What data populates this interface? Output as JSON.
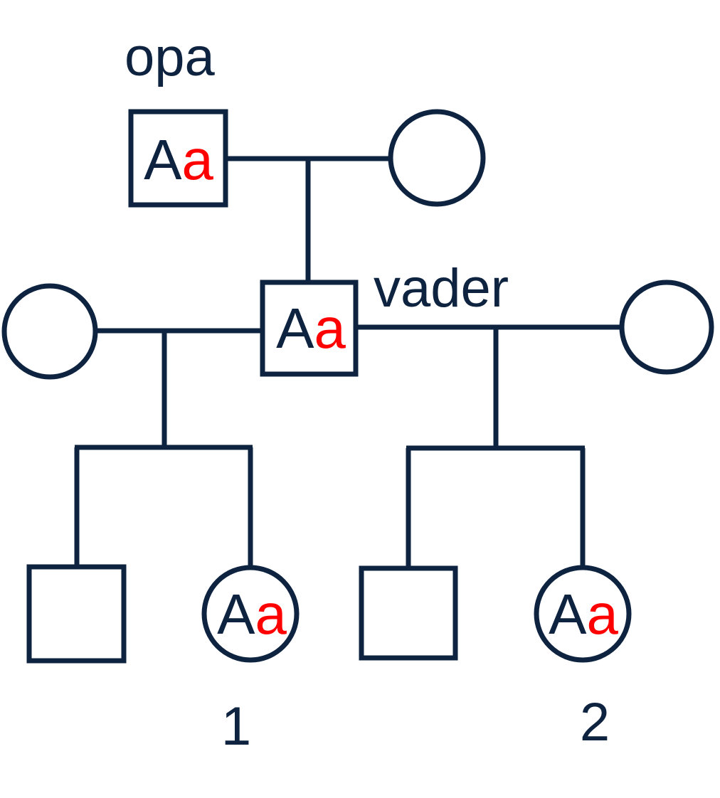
{
  "colors": {
    "line": "#0d2340",
    "dominant_allele": "#0d2340",
    "recessive_allele": "#ff0000",
    "background": "#ffffff"
  },
  "labels": {
    "grandfather": "opa",
    "father": "vader",
    "child_1_number": "1",
    "child_2_number": "2"
  },
  "genotype": {
    "dominant": "A",
    "recessive": "a"
  },
  "individuals": [
    {
      "id": "grandfather",
      "sex": "male",
      "genotype_shown": true
    },
    {
      "id": "grandmother",
      "sex": "female",
      "genotype_shown": false
    },
    {
      "id": "father",
      "sex": "male",
      "genotype_shown": true
    },
    {
      "id": "mother-1",
      "sex": "female",
      "genotype_shown": false
    },
    {
      "id": "mother-2",
      "sex": "female",
      "genotype_shown": false
    },
    {
      "id": "son-1",
      "sex": "male",
      "genotype_shown": false
    },
    {
      "id": "daughter-1",
      "sex": "female",
      "genotype_shown": true
    },
    {
      "id": "son-2",
      "sex": "male",
      "genotype_shown": false
    },
    {
      "id": "daughter-2",
      "sex": "female",
      "genotype_shown": true
    }
  ]
}
